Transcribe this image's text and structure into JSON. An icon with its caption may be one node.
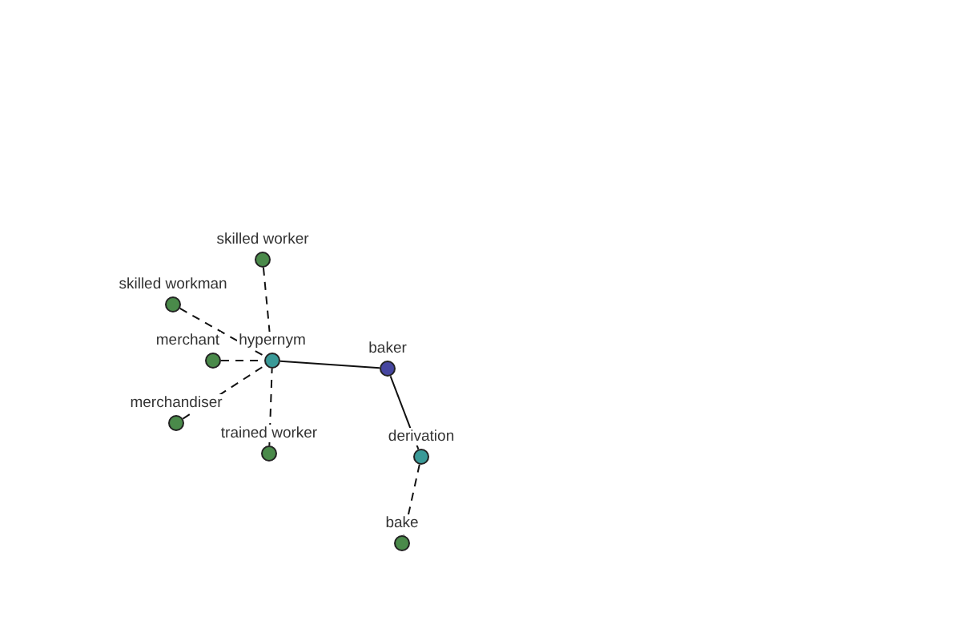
{
  "diagram": {
    "nodes": [
      {
        "text": [
          "skilled worker"
        ]
      },
      {
        "text": [
          "skilled workman"
        ]
      },
      {
        "text": [
          "merchant"
        ]
      },
      {
        "text": [
          "hypernym"
        ]
      },
      {
        "text": [
          "baker"
        ]
      },
      {
        "text": [
          "merchandiser"
        ]
      },
      {
        "text": [
          "trained worker"
        ]
      },
      {
        "text": [
          "derivation"
        ]
      },
      {
        "text": [
          "bake"
        ]
      }
    ],
    "edges": [
      {
        "from": 0,
        "to": 3,
        "arrow": "none",
        "style": "dashed"
      },
      {
        "from": 1,
        "to": 3,
        "arrow": "none",
        "style": "dashed"
      },
      {
        "from": 2,
        "to": 3,
        "arrow": "none",
        "style": "dashed"
      },
      {
        "from": 5,
        "to": 3,
        "arrow": "none",
        "style": "dashed"
      },
      {
        "from": 6,
        "to": 3,
        "arrow": "none",
        "style": "dashed"
      },
      {
        "from": 3,
        "to": 4,
        "arrow": "none"
      },
      {
        "from": 4,
        "to": 7,
        "arrow": "none"
      },
      {
        "from": 7,
        "to": 8,
        "arrow": "none",
        "style": "dashed"
      }
    ]
  }
}
